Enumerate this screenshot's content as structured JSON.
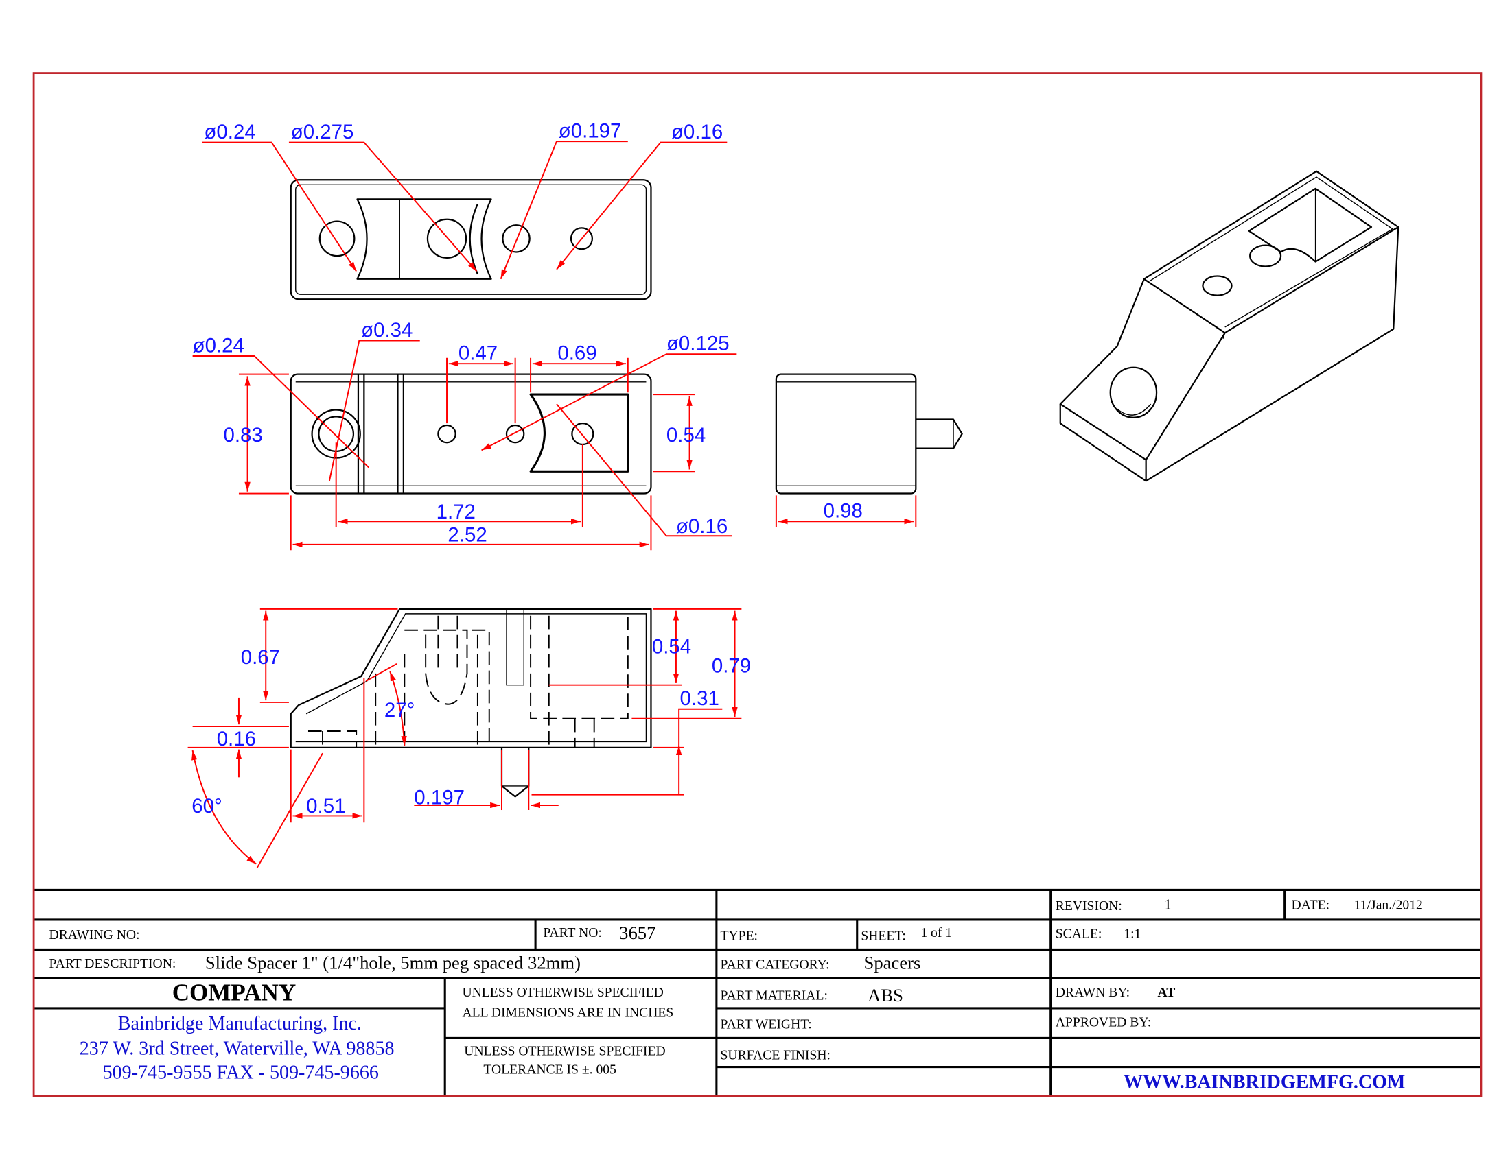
{
  "dimensions": {
    "top_view": {
      "d1": "ø0.24",
      "d2": "ø0.275",
      "d3": "ø0.197",
      "d4": "ø0.16"
    },
    "front_view": {
      "d1": "ø0.24",
      "d2": "ø0.34",
      "d3": "0.47",
      "d4": "0.69",
      "d5": "ø0.125",
      "d6": "0.83",
      "d7": "0.54",
      "d8": "1.72",
      "d9": "2.52",
      "d10": "ø0.16"
    },
    "right_view": {
      "d1": "0.98"
    },
    "side_view": {
      "d1": "0.67",
      "d2": "0.54",
      "d3": "0.79",
      "d4": "0.31",
      "d5": "27°",
      "d6": "0.16",
      "d7": "60°",
      "d8": "0.51",
      "d9": "0.197"
    }
  },
  "title_block": {
    "revision_label": "REVISION:",
    "revision": "1",
    "date_label": "DATE:",
    "date": "11/Jan./2012",
    "drawing_no_label": "DRAWING NO:",
    "part_no_label": "PART NO:",
    "part_no": "3657",
    "type_label": "TYPE:",
    "sheet_label": "SHEET:",
    "sheet": "1 of 1",
    "scale_label": "SCALE:",
    "scale": "1:1",
    "part_description_label": "PART DESCRIPTION:",
    "part_description": "Slide Spacer 1\" (1/4\"hole, 5mm peg spaced 32mm)",
    "part_category_label": "PART CATEGORY:",
    "part_category": "Spacers",
    "company_label": "COMPANY",
    "company_name": "Bainbridge Manufacturing, Inc.",
    "company_address": "237 W. 3rd Street, Waterville, WA 98858",
    "company_phone": "509-745-9555 FAX - 509-745-9666",
    "note1_line1": "UNLESS OTHERWISE SPECIFIED",
    "note1_line2": "ALL DIMENSIONS ARE IN INCHES",
    "note2_line1": "UNLESS OTHERWISE SPECIFIED",
    "note2_line2": "TOLERANCE IS ±. 005",
    "part_material_label": "PART MATERIAL:",
    "part_material": "ABS",
    "drawn_by_label": "DRAWN BY:",
    "drawn_by": "AT",
    "part_weight_label": "PART WEIGHT:",
    "approved_by_label": "APPROVED BY:",
    "surface_finish_label": "SURFACE FINISH:",
    "website": "WWW.BAINBRIDGEMFG.COM"
  },
  "colors": {
    "border": "#c0262c",
    "dimension_line": "#ff0000",
    "dimension_text": "#1414ff",
    "company_text": "#1010d0"
  }
}
